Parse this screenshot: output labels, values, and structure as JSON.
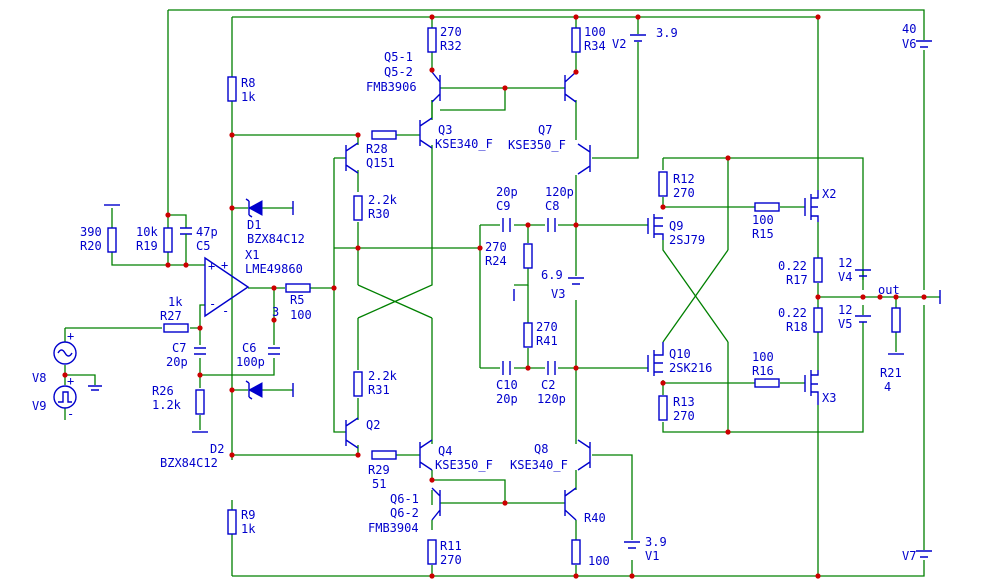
{
  "schematic": {
    "labels": {
      "r32_val": "270",
      "r32": "R32",
      "q5_1": "Q5-1",
      "q5_2": "Q5-2",
      "q5_type": "FMB3906",
      "r34_val": "100",
      "r34": "R34",
      "v2": "V2",
      "v2_val": "3.9",
      "v6_val": "40",
      "v6": "V6",
      "r8": "R8",
      "r8_val": "1k",
      "q3": "Q3",
      "q3_type": "KSE340_F",
      "q7": "Q7",
      "q7_type": "KSE350_F",
      "r28": "R28",
      "q151": "Q151",
      "r12": "R12",
      "r12_val": "270",
      "x2": "X2",
      "c9_val": "20p",
      "c9": "C9",
      "c8_val": "120p",
      "c8": "C8",
      "r30_val": "2.2k",
      "r30": "R30",
      "d1": "D1",
      "d1_type": "BZX84C12",
      "r20_val": "390",
      "r20": "R20",
      "r19_val": "10k",
      "r19": "R19",
      "c5_val": "47p",
      "c5": "C5",
      "x1": "X1",
      "x1_type": "LME49860",
      "q9": "Q9",
      "q9_type": "2SJ79",
      "r15_val": "100",
      "r15": "R15",
      "r24_val": "270",
      "r24": "R24",
      "v3_val": "6.9",
      "v3": "V3",
      "r17_val": "0.22",
      "r17": "R17",
      "v4_val": "12",
      "v4": "V4",
      "out": "out",
      "r27_val": "1k",
      "r27": "R27",
      "r5": "R5",
      "r5_val": "100",
      "node3": "3",
      "r41_val": "270",
      "r41": "R41",
      "r18_val": "0.22",
      "r18": "R18",
      "v5_val": "12",
      "v5": "V5",
      "c7": "C7",
      "c7_val": "20p",
      "c6": "C6",
      "c6_val": "100p",
      "q10": "Q10",
      "q10_type": "2SK216",
      "r16_val": "100",
      "r16": "R16",
      "r21": "R21",
      "r21_val": "4",
      "v8": "V8",
      "v9": "V9",
      "r31_val": "2.2k",
      "r31": "R31",
      "c10": "C10",
      "c10_val": "20p",
      "c2": "C2",
      "c2_val": "120p",
      "r13": "R13",
      "r13_val": "270",
      "x3": "X3",
      "r26": "R26",
      "r26_val": "1.2k",
      "q2": "Q2",
      "d2": "D2",
      "d2_type": "BZX84C12",
      "r29": "R29",
      "r29_val": "51",
      "q4": "Q4",
      "q4_type": "KSE350_F",
      "q8": "Q8",
      "q8_type": "KSE340_F",
      "q6_1": "Q6-1",
      "q6_2": "Q6-2",
      "q6_type": "FMB3904",
      "r40": "R40",
      "r9": "R9",
      "r9_val": "1k",
      "r11": "R11",
      "r11_val": "270",
      "r40_val": "100",
      "v1_val": "3.9",
      "v1": "V1",
      "v7": "V7"
    },
    "colors": {
      "wire": "#008000",
      "component": "#0000cc",
      "junction": "#cc0000",
      "background": "#ffffff"
    }
  }
}
